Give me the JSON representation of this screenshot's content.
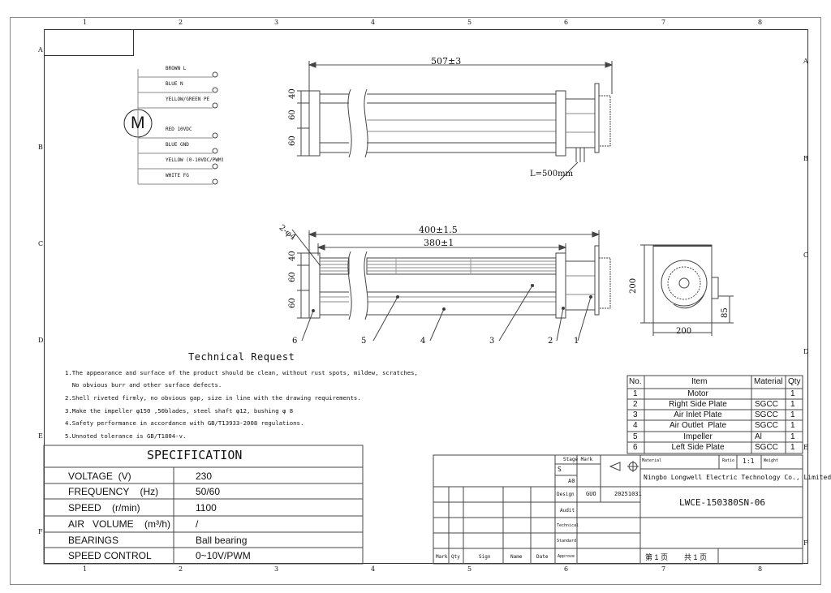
{
  "grid": {
    "columns": [
      "1",
      "2",
      "3",
      "4",
      "5",
      "6",
      "7",
      "8"
    ],
    "rows": [
      "A",
      "B",
      "C",
      "D",
      "E",
      "F"
    ]
  },
  "wiring": {
    "motor_label": "M",
    "wires": [
      "BROWN  L",
      "BLUE  N",
      "YELLOW/GREEN  PE",
      "RED  10VDC",
      "BLUE  GND",
      "YELLOW  (0-10VDC/PWM)",
      "WHITE  FG"
    ]
  },
  "top_view": {
    "overall_dim": "507±3",
    "left_dims": [
      "40",
      "60",
      "60"
    ],
    "cable_note": "L=500mm"
  },
  "front_view": {
    "dim_outer": "400±1.5",
    "dim_inner": "380±1",
    "hole_note": "2-φ4",
    "left_dims": [
      "40",
      "60",
      "60"
    ],
    "callouts": [
      "6",
      "5",
      "4",
      "3",
      "2",
      "1"
    ]
  },
  "side_view": {
    "height": "200",
    "width": "200",
    "outlet": "85"
  },
  "technical_request": {
    "title": "Technical Request",
    "lines": [
      "1.The appearance and surface of the product should be clean, without rust spots, mildew, scratches,",
      "  No obvious burr and other surface defects.",
      "2.Shell riveted firmly, no obvious gap, size in line with the drawing requirements.",
      "3.Make the impeller φ150 ,50blades, steel shaft φ12, bushing φ 8",
      "4.Safety performance in accordance with GB/T13933-2008 regulations.",
      "5.Unnoted tolerance is GB/T1804-v."
    ]
  },
  "specification": {
    "title": "SPECIFICATION",
    "rows": [
      {
        "label": "VOLTAGE  (V)",
        "value": "230"
      },
      {
        "label": "FREQUENCY    (Hz)",
        "value": "50/60"
      },
      {
        "label": "SPEED    (r/min)",
        "value": "1100"
      },
      {
        "label": "AIR   VOLUME    (m³/h)",
        "value": "/"
      },
      {
        "label": "BEARINGS",
        "value": "Ball bearing"
      },
      {
        "label": "SPEED CONTROL",
        "value": "0~10V/PWM"
      }
    ]
  },
  "bom": {
    "headers": [
      "No.",
      "Item",
      "Material",
      "Qty"
    ],
    "rows": [
      [
        "1",
        "Motor",
        "",
        "1"
      ],
      [
        "2",
        "Right Side Plate",
        "SGCC",
        "1"
      ],
      [
        "3",
        "Air Inlet Plate",
        "SGCC",
        "1"
      ],
      [
        "4",
        "Air Outlet  Plate",
        "SGCC",
        "1"
      ],
      [
        "5",
        "Impeller",
        "Al",
        "1"
      ],
      [
        "6",
        "Left Side Plate",
        "SGCC",
        "1"
      ]
    ]
  },
  "title_block": {
    "stage_mark": "Stage Mark",
    "s": "S",
    "a0": "A0",
    "material_label": "Material",
    "ratio_label": "Ratio",
    "ratio_value": "1:1",
    "weight_label": "Weight",
    "company": "Ningbo Longwell Electric Technology  Co., Limited",
    "design_label": "Design",
    "designer": "GUO",
    "date": "20251031",
    "audit_label": "Audit",
    "technical_label": "Technical",
    "standard_label": "Standard",
    "approve_label": "Approve",
    "part_number": "LWCE-150380SN-06",
    "bottom_headers": [
      "Mark",
      "Qty",
      "Sign",
      "Name",
      "Date"
    ],
    "sheet": "第 1 页",
    "total": "共 1 页"
  }
}
